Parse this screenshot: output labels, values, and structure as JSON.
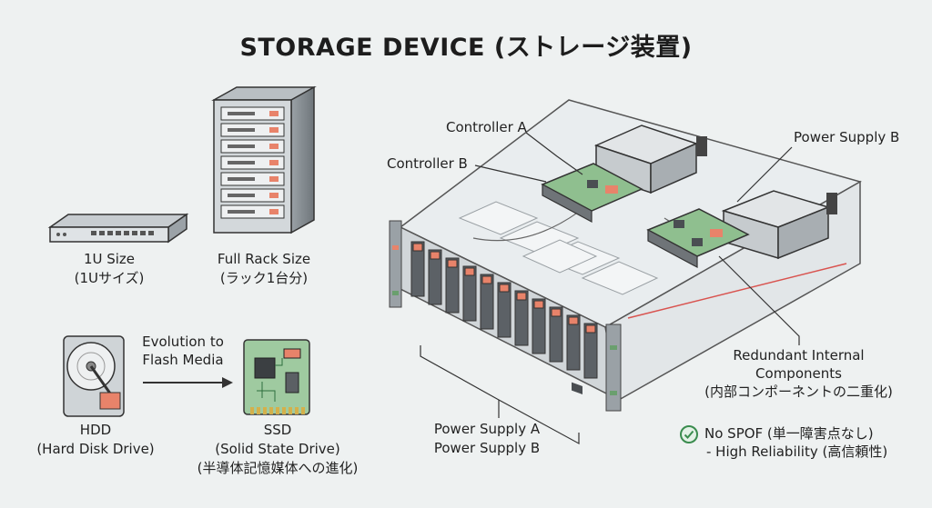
{
  "title": "STORAGE DEVICE (ストレージ装置)",
  "devices": {
    "one_u": {
      "line1": "1U Size",
      "line2": "(1Uサイズ)"
    },
    "full_rack": {
      "line1": "Full Rack Size",
      "line2": "(ラック1台分)"
    },
    "hdd": {
      "line1": "HDD",
      "line2": "(Hard Disk Drive)"
    },
    "ssd": {
      "line1": "SSD",
      "line2": "(Solid State Drive)",
      "line3": "(半導体記憶媒体への進化)"
    },
    "evolution": {
      "line1": "Evolution to",
      "line2": "Flash Media"
    }
  },
  "callouts": {
    "controller_a": "Controller A",
    "controller_b": "Controller B",
    "power_supply_b_top": "Power Supply B",
    "redundant": {
      "line1": "Redundant Internal",
      "line2": "Components",
      "line3": "(内部コンポーネントの二重化)"
    },
    "drives": {
      "line1": "Power Supply A",
      "line2": "Power Supply B"
    }
  },
  "badge": {
    "icon": "check-circle-icon",
    "line1": "No SPOF (単一障害点なし)",
    "line2": "- High Reliability (高信頼性)",
    "color": "#3a8c4e"
  },
  "colors": {
    "board_green": "#8fbf8f",
    "drive_orange": "#e8836a",
    "chassis_gray": "#c9cfd3",
    "red_cable": "#d9534f"
  }
}
